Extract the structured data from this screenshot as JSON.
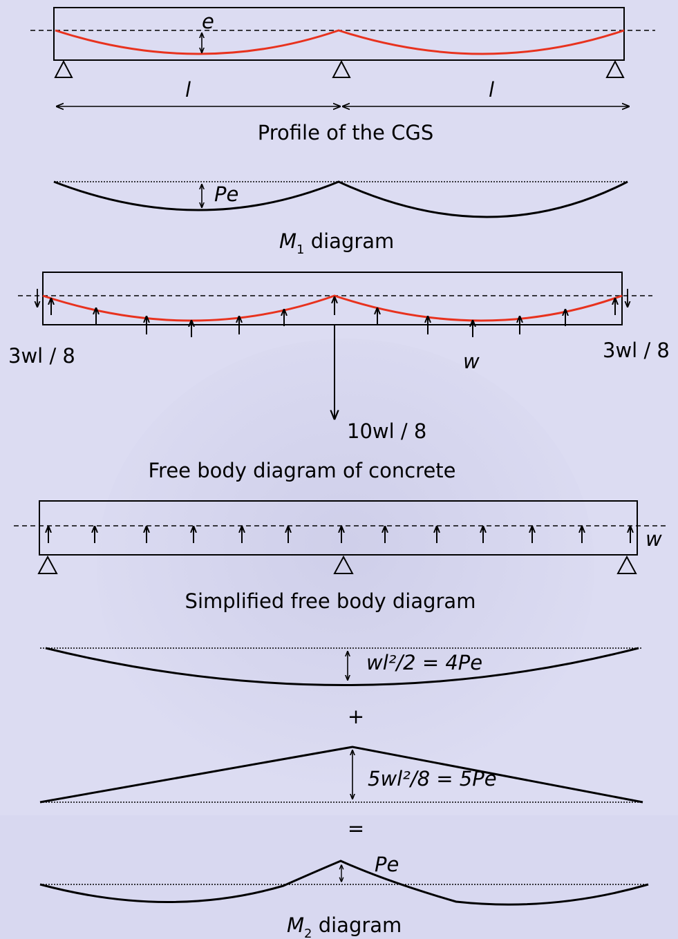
{
  "colors": {
    "background": "#dcdcf2",
    "cable": "#e8321e",
    "ink": "#000000"
  },
  "section1": {
    "caption": "Profile of the CGS",
    "eccentricity_label": "e",
    "span_left_label": "l",
    "span_right_label": "l"
  },
  "section2": {
    "moment_label": "Pe",
    "caption_prefix": "M",
    "caption_subscript": "1",
    "caption_suffix": " diagram"
  },
  "section3": {
    "left_reaction": "3wl / 8",
    "right_reaction": "3wl / 8",
    "center_reaction": "10wl / 8",
    "load_label": "w",
    "caption": "Free body diagram of concrete"
  },
  "section4": {
    "load_label": "w",
    "caption": "Simplified free body diagram"
  },
  "section5": {
    "parabola_label": "wl²/2 = 4Pe",
    "plus": "+",
    "triangle_label": "5wl²/8 = 5Pe",
    "equals": "=",
    "result_label": "Pe",
    "caption_prefix": "M",
    "caption_subscript": "2",
    "caption_suffix": " diagram"
  }
}
